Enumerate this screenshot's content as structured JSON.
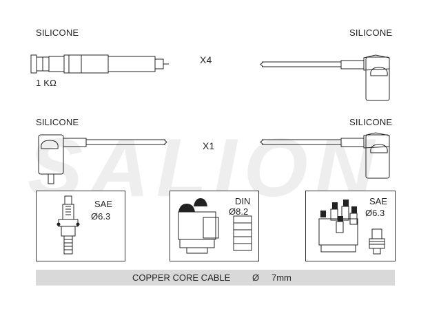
{
  "rows": [
    {
      "left_label": "SILICONE",
      "right_label": "SILICONE",
      "quantity": "X4",
      "resistance": "1 KΩ"
    },
    {
      "left_label": "SILICONE",
      "right_label": "SILICONE",
      "quantity": "X1"
    }
  ],
  "watermark": "SALION",
  "boxes": [
    {
      "standard": "SAE",
      "diameter": "Ø6.3"
    },
    {
      "standard": "DIN",
      "diameter": "Ø8.2"
    },
    {
      "standard": "SAE",
      "diameter": "Ø6.3"
    }
  ],
  "footer": {
    "cable_type": "COPPER CORE CABLE",
    "diameter_symbol": "Ø",
    "diameter_value": "7mm"
  }
}
